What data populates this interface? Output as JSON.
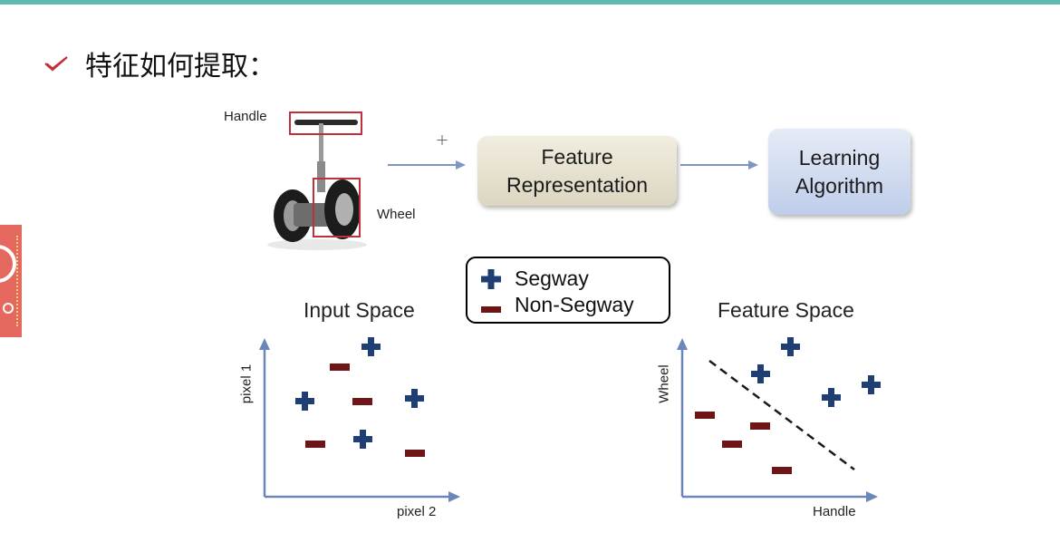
{
  "slide": {
    "heading": "特征如何提取："
  },
  "segway_image": {
    "handle_label": "Handle",
    "wheel_label": "Wheel"
  },
  "pipeline": {
    "feature_box": [
      "Feature",
      "Representation"
    ],
    "learning_box": [
      "Learning",
      "Algorithm"
    ]
  },
  "legend": {
    "plus_label": "Segway",
    "minus_label": "Non-Segway",
    "plus_color": "#1f3f74",
    "minus_color": "#6e1518"
  },
  "input_space": {
    "title": "Input Space",
    "xlabel": "pixel 2",
    "ylabel": "pixel 1"
  },
  "feature_space": {
    "title": "Feature Space",
    "xlabel": "Handle",
    "ylabel": "Wheel"
  },
  "colors": {
    "accent_bar": "#5db9b4",
    "axis": "#6b86b8",
    "highlight_box": "#c0303a"
  }
}
